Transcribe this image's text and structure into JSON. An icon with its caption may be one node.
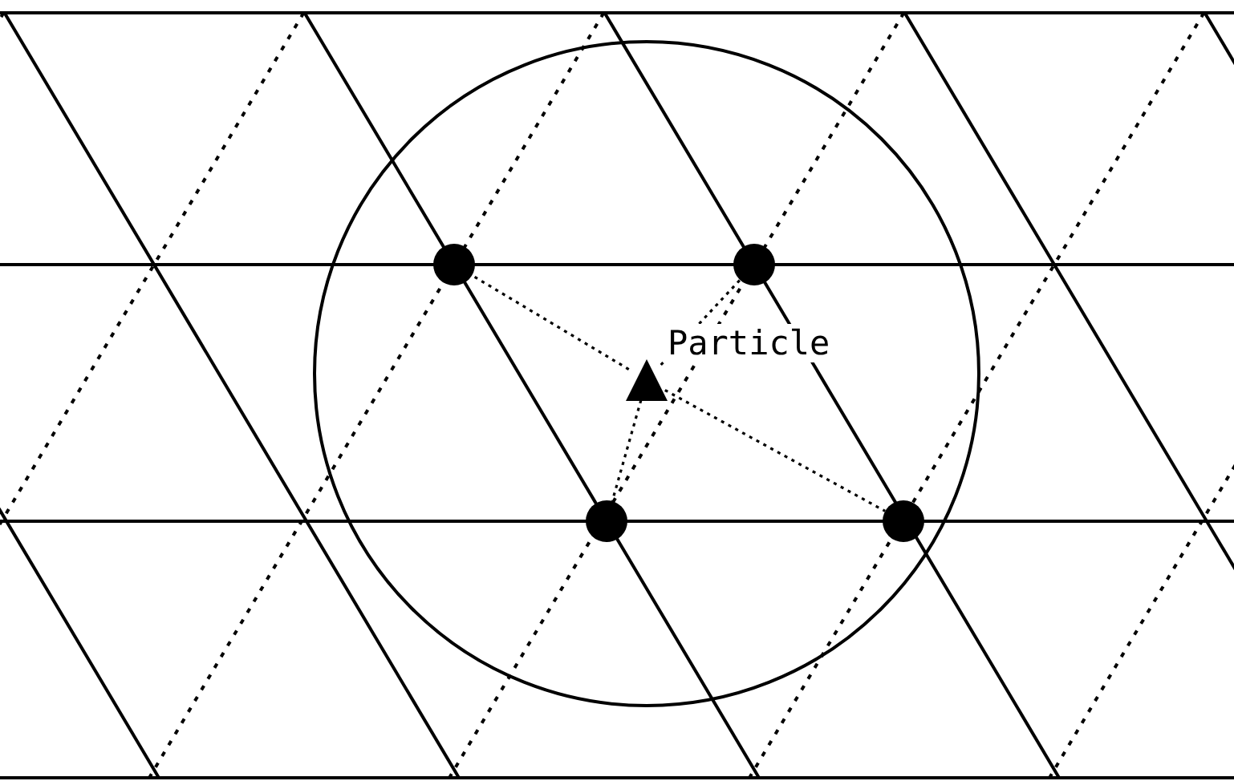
{
  "diagram": {
    "nodes": [
      {
        "text": [],
        "shape": "circle"
      },
      {
        "text": [],
        "shape": "circle"
      },
      {
        "text": [],
        "shape": "triangle",
        "beside": [
          "Particle"
        ]
      },
      {
        "text": [],
        "shape": "circle"
      },
      {
        "text": [],
        "shape": "circle"
      }
    ],
    "edges": [
      {
        "from": 2,
        "to": 0,
        "arrow": "none",
        "style": "dashed"
      },
      {
        "from": 2,
        "to": 1,
        "arrow": "none",
        "style": "dashed"
      },
      {
        "from": 2,
        "to": 3,
        "arrow": "none",
        "style": "dashed"
      },
      {
        "from": 2,
        "to": 4,
        "arrow": "none",
        "style": "dashed"
      }
    ]
  }
}
